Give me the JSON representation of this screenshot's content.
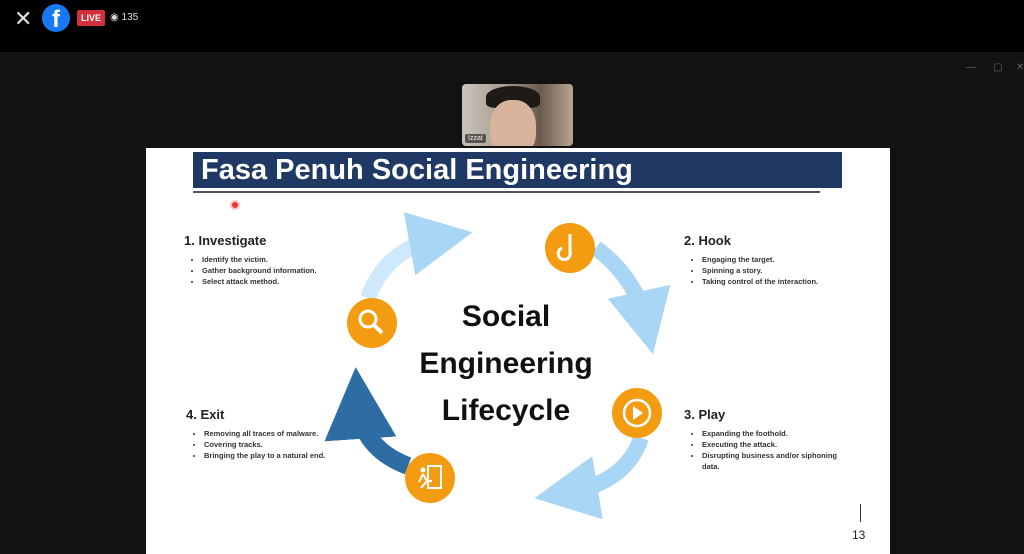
{
  "topbar": {
    "close": "✕",
    "logo": "f",
    "live": "LIVE",
    "viewers": "135",
    "eye": "👁"
  },
  "camera": {
    "name": "Izzat"
  },
  "slide": {
    "title": "Fasa Penuh Social Engineering",
    "center": [
      "Social",
      "Engineering",
      "Lifecycle"
    ],
    "page": "13",
    "sections": [
      {
        "title": "1. Investigate",
        "items": [
          "Identify the victim.",
          "Gather background information.",
          "Select attack method."
        ]
      },
      {
        "title": "2. Hook",
        "items": [
          "Engaging the target.",
          "Spinning a story.",
          "Taking control of the interaction."
        ]
      },
      {
        "title": "3. Play",
        "items": [
          "Expanding the foothold.",
          "Executing the attack.",
          "Disrupting business and/or siphoning data."
        ]
      },
      {
        "title": "4. Exit",
        "items": [
          "Removing all traces of malware.",
          "Covering tracks.",
          "Bringing the play to a natural end."
        ]
      }
    ]
  },
  "colors": {
    "navy": "#1f3864",
    "orange": "#f39c12",
    "lightblue": "#a9d6f5",
    "darkblue": "#2e6da4"
  }
}
